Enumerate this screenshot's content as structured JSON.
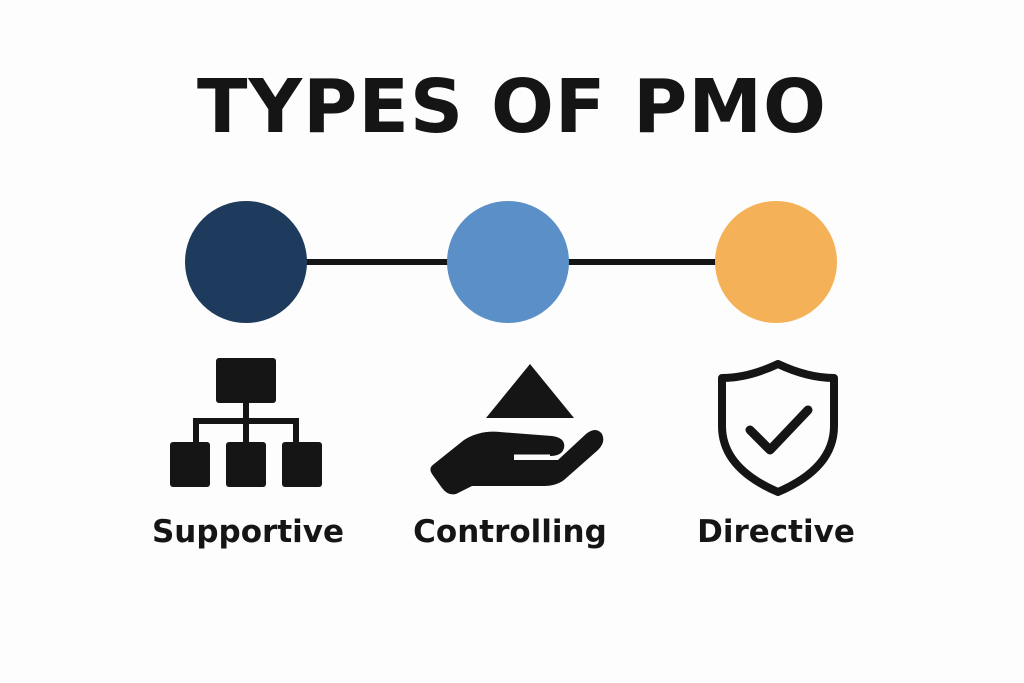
{
  "title": "TYPES OF PMO",
  "types": [
    {
      "label": "Supportive",
      "color": "#1e3b5e",
      "icon": "org-chart-icon"
    },
    {
      "label": "Controlling",
      "color": "#5a8fc7",
      "icon": "hand-triangle-icon"
    },
    {
      "label": "Directive",
      "color": "#f5b157",
      "icon": "shield-check-icon"
    }
  ],
  "connector_color": "#151515"
}
